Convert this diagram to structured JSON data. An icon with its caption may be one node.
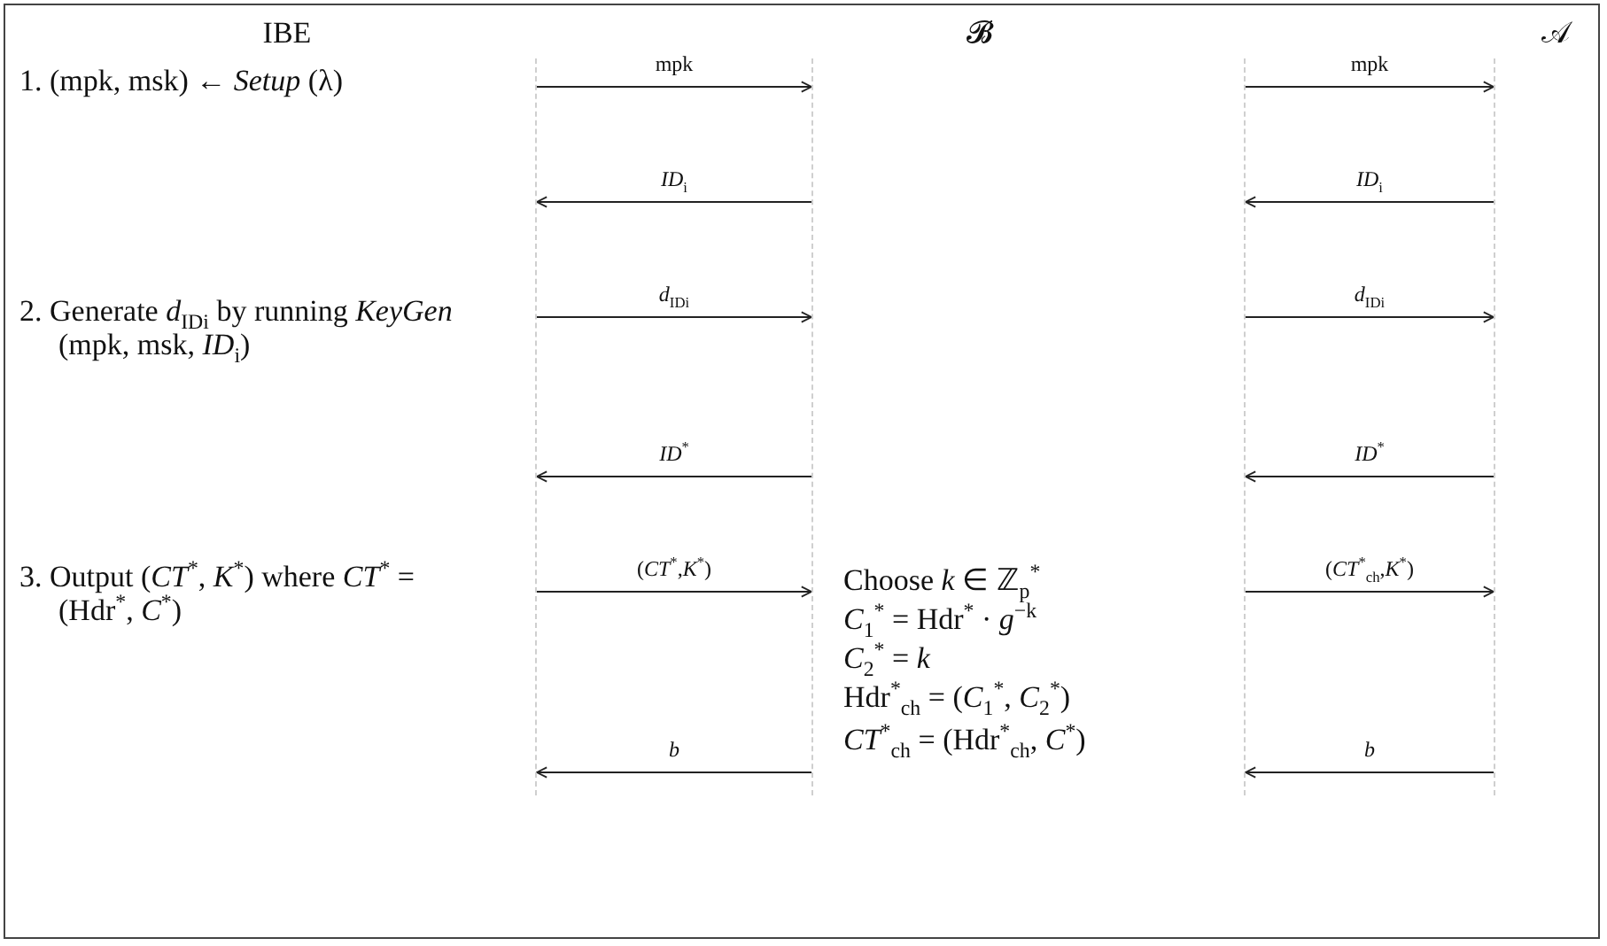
{
  "diagram": {
    "nodes": [
      {
        "text": [
          "IBE",
          "1. (mpk, msk) ← *Setup* (λ)",
          "2. Generate *d*$_{ID}$$_{i}$ by running *KeyGen* (mpk, msk, *ID*$_{i}$)",
          "3. Output (*CT*$^{*}$, *K*$^{*}$) where *CT*$^{*}$ = (Hdr$^{*}$, *C*$^{*}$)"
        ]
      },
      {
        "text": [
          "𝓑",
          "Choose *k* ∈ ℤ$_{p}$$^{*}$",
          "*C*$_{1}$$^{*}$ = Hdr$^{*}$ · *g*$^{−k}$",
          "*C*$_{2}$$^{*}$ = *k*",
          "Hdr$^{*}$$_{ch}$ = (*C*$_{1}$$^{*}$, *C*$_{2}$$^{*}$)",
          "*CT*$^{*}$$_{ch}$ = (Hdr$^{*}$$_{ch}$, *C*$^{*}$)"
        ]
      },
      {
        "text": [
          "𝒜"
        ]
      }
    ],
    "edges": [
      {
        "from": 0,
        "to": 1,
        "arrow": "to",
        "label": "mpk"
      },
      {
        "from": 1,
        "to": 0,
        "arrow": "to",
        "label": "*ID*$_{i}$"
      },
      {
        "from": 0,
        "to": 1,
        "arrow": "to",
        "label": "*d*$_{ID}$$_{i}$"
      },
      {
        "from": 1,
        "to": 0,
        "arrow": "to",
        "label": "*ID*$^{*}$"
      },
      {
        "from": 0,
        "to": 1,
        "arrow": "to",
        "label": "(*CT*$^{*}$,*K*$^{*}$)"
      },
      {
        "from": 1,
        "to": 0,
        "arrow": "to",
        "label": "*b*"
      },
      {
        "from": 1,
        "to": 2,
        "arrow": "to",
        "label": "mpk"
      },
      {
        "from": 2,
        "to": 1,
        "arrow": "to",
        "label": "*ID*$_{i}$"
      },
      {
        "from": 1,
        "to": 2,
        "arrow": "to",
        "label": "*d*$_{ID}$$_{i}$"
      },
      {
        "from": 2,
        "to": 1,
        "arrow": "to",
        "label": "*ID*$^{*}$"
      },
      {
        "from": 1,
        "to": 2,
        "arrow": "to",
        "label": "(*CT*$^{*}$$_{ch}$,*K*$^{*}$)"
      },
      {
        "from": 2,
        "to": 1,
        "arrow": "to",
        "label": "*b*"
      }
    ]
  }
}
